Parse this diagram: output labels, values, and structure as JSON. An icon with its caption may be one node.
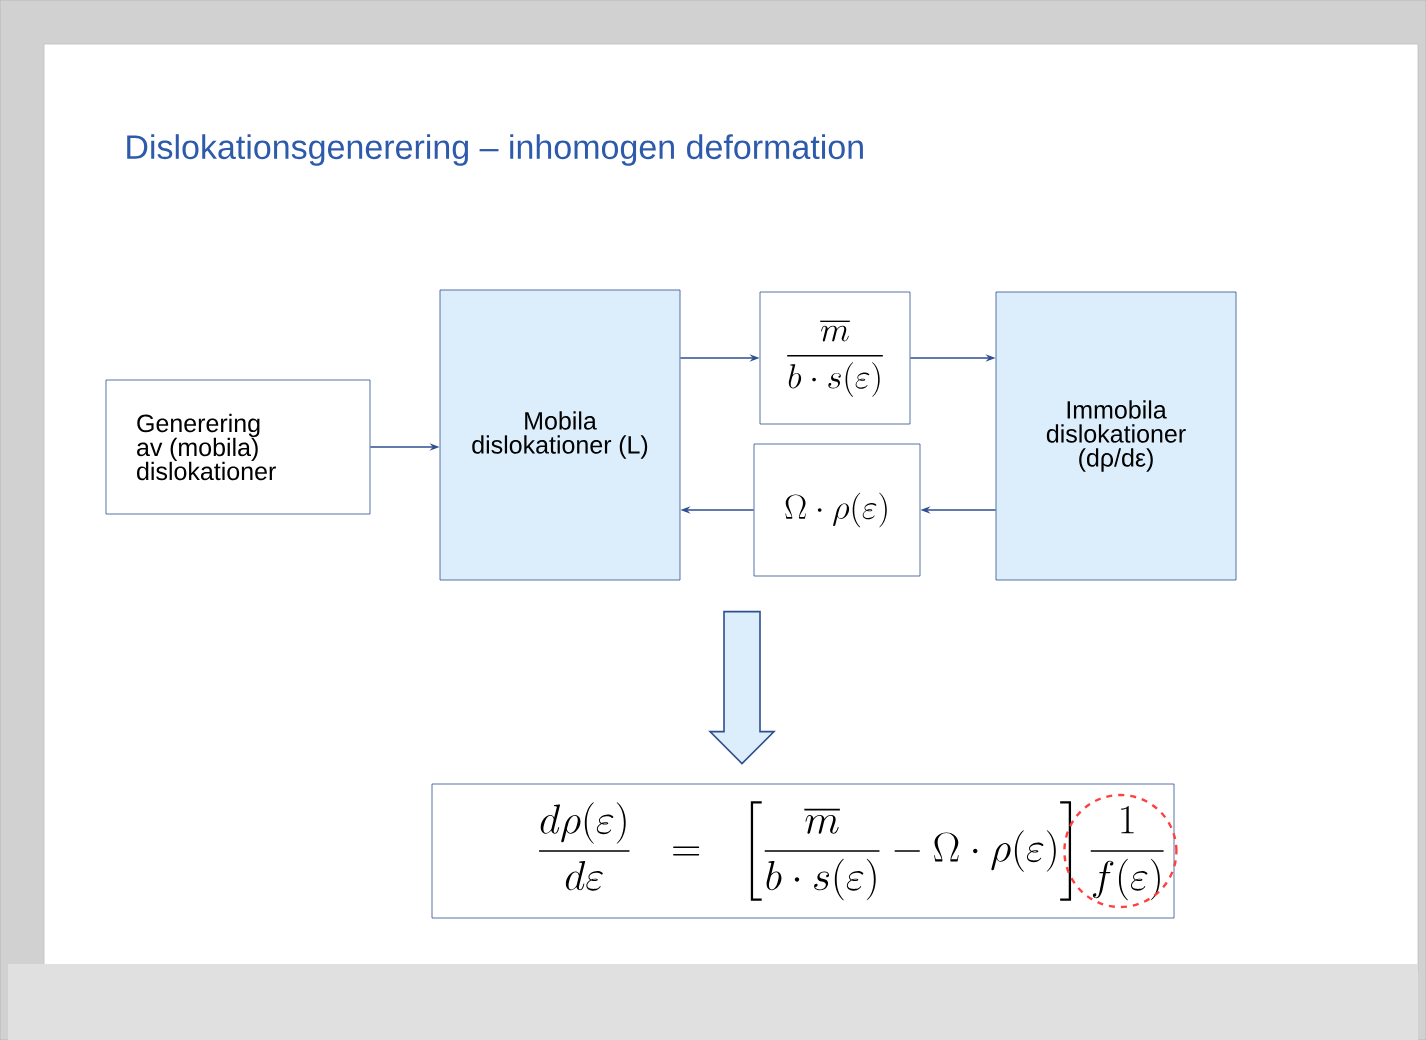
{
  "diagram": {
    "title": "Dislokationsgenerering – inhomogen deformation",
    "nodes": [
      {
        "text": [
          "Generering av (mobila) dislokationer"
        ]
      },
      {
        "text": [
          "Mobila dislokationer (L)"
        ]
      },
      {
        "text": [
          "\\frac{\\overline{m}}{b\\cdot s(\\varepsilon)}"
        ]
      },
      {
        "text": [
          "Immobila dislokationer (dρ/dε)"
        ]
      },
      {
        "text": [
          "\\Omega\\cdot\\rho(\\varepsilon)"
        ]
      },
      {
        "text": [
          "\\frac{d\\rho(\\varepsilon)}{d\\varepsilon}=\\left[\\frac{\\overline{m}}{b\\cdot s(\\varepsilon)}-\\Omega\\cdot\\rho(\\varepsilon)\\right]\\frac{1}{f(\\varepsilon)}"
        ]
      }
    ],
    "edges": [
      {
        "from": 0,
        "to": 1,
        "arrow": "to"
      },
      {
        "from": 1,
        "to": 2,
        "arrow": "to"
      },
      {
        "from": 2,
        "to": 3,
        "arrow": "to"
      },
      {
        "from": 3,
        "to": 4,
        "arrow": "to"
      },
      {
        "from": 4,
        "to": 1,
        "arrow": "to"
      },
      {
        "from": null,
        "to": 5,
        "arrow": "to",
        "style": "thick"
      }
    ]
  }
}
